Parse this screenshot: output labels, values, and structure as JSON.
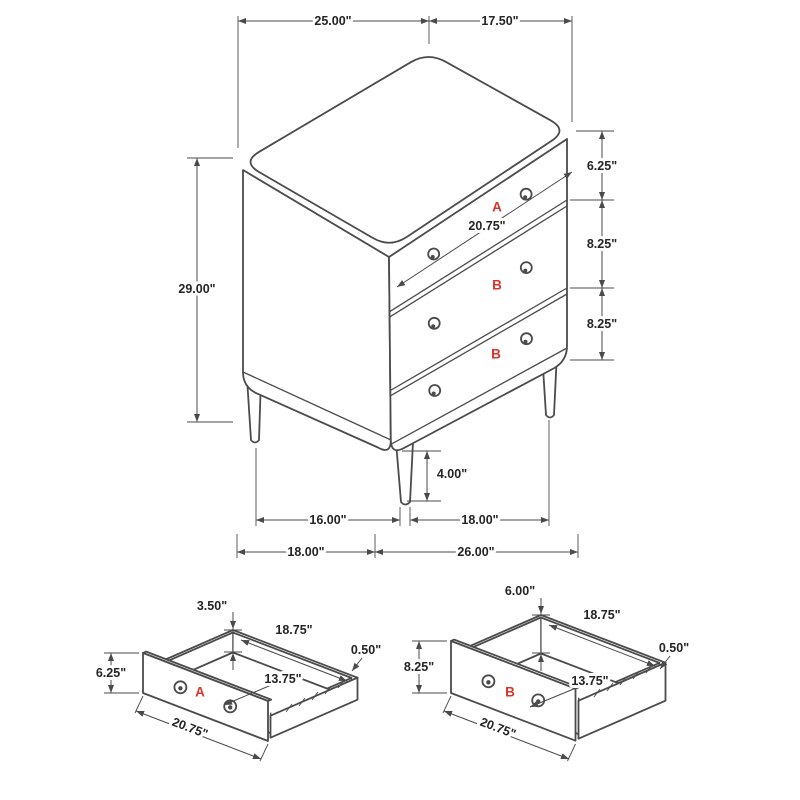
{
  "colors": {
    "line": "#4b4b4b",
    "dimension_text": "#242424",
    "accent_red": "#d9342b",
    "background": "#ffffff"
  },
  "main_view": {
    "top_width": "25.00\"",
    "top_depth": "17.50\"",
    "height": "29.00\"",
    "top_gap": "6.25\"",
    "drawer_a_height": "8.25\"",
    "drawer_b_height": "8.25\"",
    "drawer_front_width": "20.75\"",
    "leg_height": "4.00\"",
    "span_side_legs": "16.00\"",
    "span_front_legs": "18.00\"",
    "footprint_depth": "18.00\"",
    "footprint_width": "26.00\"",
    "label_drawer_top": "A",
    "label_drawer_middle": "B",
    "label_drawer_bottom": "B"
  },
  "drawer_a": {
    "label": "A",
    "side_height": "3.50\"",
    "inner_width": "18.75\"",
    "wall_thickness": "0.50\"",
    "inner_depth": "13.75\"",
    "front_height": "6.25\"",
    "front_width": "20.75\""
  },
  "drawer_b": {
    "label": "B",
    "side_height": "6.00\"",
    "inner_width": "18.75\"",
    "wall_thickness": "0.50\"",
    "inner_depth": "13.75\"",
    "front_height": "8.25\"",
    "front_width": "20.75\""
  }
}
